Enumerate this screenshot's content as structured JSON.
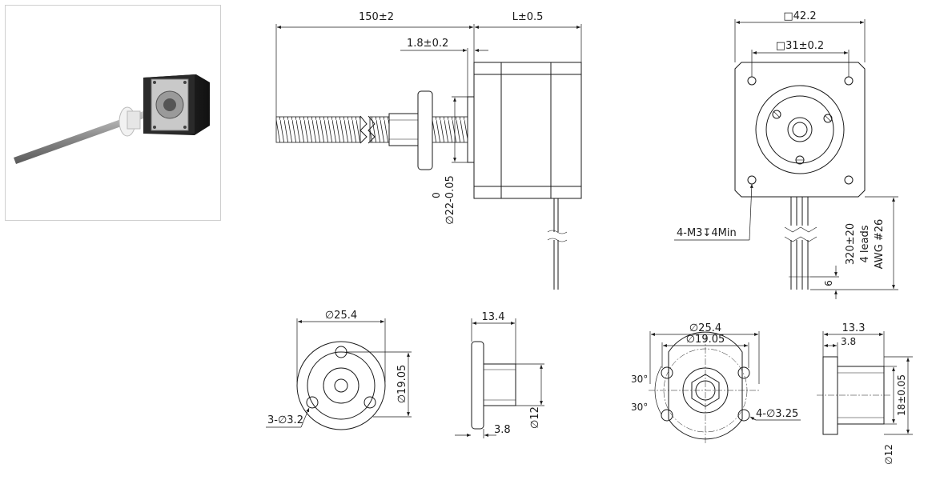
{
  "photo": {
    "icon": "linear-stepper-motor-photo"
  },
  "side_view": {
    "screw_length": "150±2",
    "body_length": "L±0.5",
    "boss_height": "1.8±0.2",
    "boss_diameter_top": "0",
    "boss_diameter_bottom": "∅22-0.05"
  },
  "front_view": {
    "outer_size": "□42.2",
    "hole_spacing": "□31±0.2",
    "mount_holes": "4-M3↧4Min",
    "lead_length": "320±20",
    "lead_count": "4 leads",
    "lead_gauge": "AWG #26",
    "strip_length": "6"
  },
  "nut1_front": {
    "flange_dia": "∅25.4",
    "pcd": "∅19.05",
    "holes": "3-∅3.2"
  },
  "nut1_side": {
    "total_length": "13.4",
    "flange_thk": "3.8",
    "body_dia": "∅12"
  },
  "nut2_front": {
    "flange_dia": "∅25.4",
    "pcd": "∅19.05",
    "angle_top": "30°",
    "angle_bottom": "30°",
    "holes": "4-∅3.25"
  },
  "nut2_side": {
    "total_length": "13.3",
    "flange_thk": "3.8",
    "flat_width": "18±0.05",
    "body_dia": "∅12"
  }
}
